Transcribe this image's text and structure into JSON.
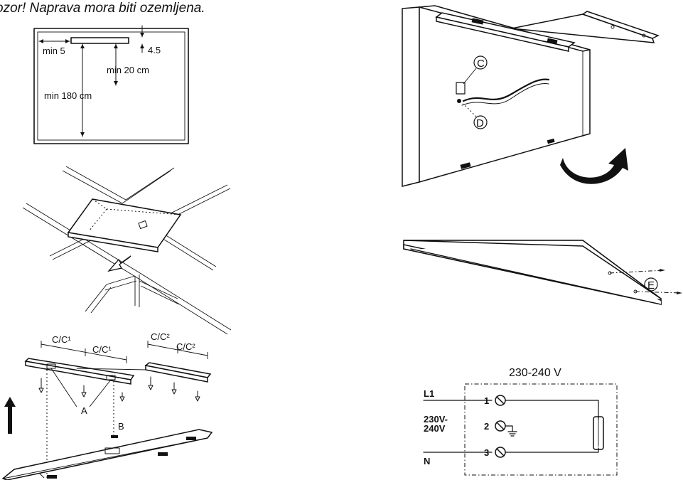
{
  "warning": "ozor! Naprava mora biti ozemljena.",
  "placement": {
    "dim_side": "min 5",
    "dim_top": "4.5",
    "dim_wall": "min 20 cm",
    "dim_floor": "min 180 cm"
  },
  "mounting": {
    "spacing_1a": "C/C¹",
    "spacing_1b": "C/C¹",
    "spacing_2a": "C/C²",
    "spacing_2b": "C/C²",
    "label_a": "A",
    "label_b_left": "B",
    "label_b_right": "B"
  },
  "callouts": {
    "c": "C",
    "d": "D",
    "e": "E"
  },
  "wiring": {
    "voltage": "230-240 V",
    "l1": "L1",
    "n": "N",
    "supply_1": "230V-",
    "supply_2": "240V",
    "terminal_1": "1",
    "terminal_2": "2",
    "terminal_3": "3"
  },
  "colors": {
    "ink": "#111111",
    "paper": "#ffffff"
  }
}
